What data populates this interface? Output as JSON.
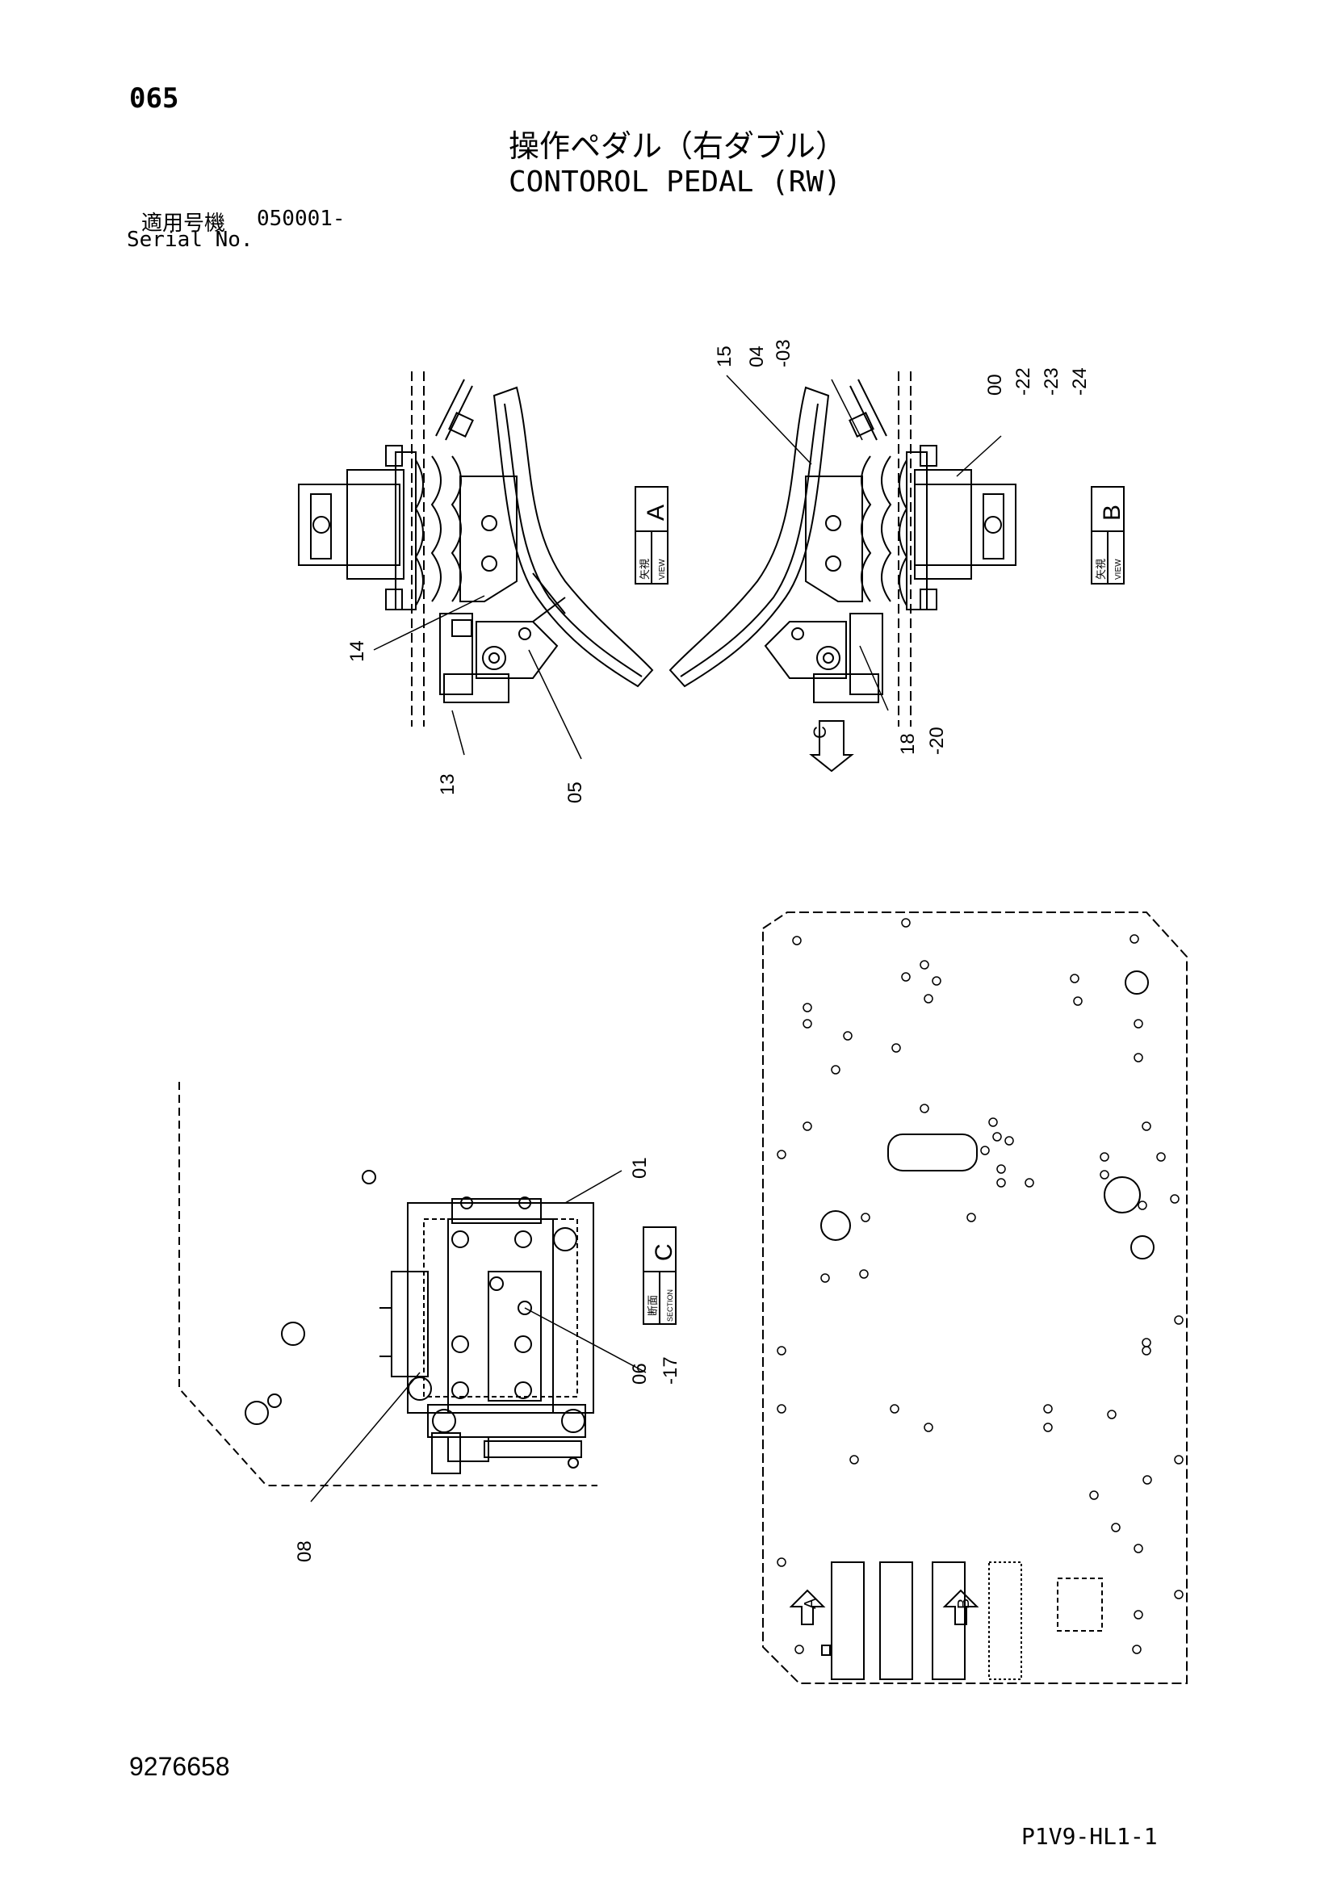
{
  "header": {
    "page_number": "065",
    "title_jp": "操作ペダル（右ダブル）",
    "title_en": "CONTOROL PEDAL (RW)",
    "serial_label_jp": "適用号機",
    "serial_value": "050001-",
    "serial_label_en": "Serial No."
  },
  "views": {
    "view_a": {
      "letter": "A",
      "jp": "矢視",
      "en": "VIEW"
    },
    "view_b": {
      "letter": "B",
      "jp": "矢視",
      "en": "VIEW"
    },
    "section_c": {
      "letter": "C",
      "jp": "断面",
      "en": "SECTION"
    },
    "arrow_c": "C",
    "arrow_a": "A",
    "arrow_b": "B"
  },
  "callouts": {
    "view_a": [
      "14",
      "13",
      "05"
    ],
    "view_b_top": [
      "15",
      "04",
      "-03"
    ],
    "view_b_right": [
      "00",
      "-22",
      "-23",
      "-24"
    ],
    "view_b_bottom": [
      "18",
      "-20"
    ],
    "section_c": [
      "01",
      "06",
      "-17",
      "08"
    ]
  },
  "footer": {
    "part_number": "9276658",
    "drawing_code": "P1V9-HL1-1"
  }
}
